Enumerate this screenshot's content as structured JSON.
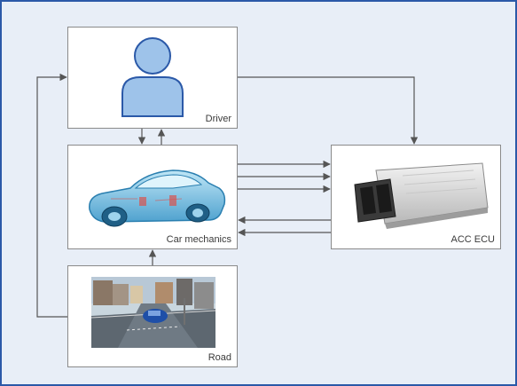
{
  "diagram": {
    "nodes": {
      "driver": {
        "label": "Driver",
        "icon": "person-icon"
      },
      "car": {
        "label": "Car mechanics",
        "icon": "car-icon"
      },
      "ecu": {
        "label": "ACC ECU",
        "icon": "ecu-icon"
      },
      "road": {
        "label": "Road",
        "icon": "road-scene-icon"
      }
    },
    "edges": [
      {
        "from": "driver",
        "to": "car",
        "count": 1
      },
      {
        "from": "car",
        "to": "driver",
        "count": 1
      },
      {
        "from": "driver",
        "to": "ecu",
        "count": 1
      },
      {
        "from": "car",
        "to": "ecu",
        "count": 3
      },
      {
        "from": "ecu",
        "to": "car",
        "count": 2
      },
      {
        "from": "road",
        "to": "car",
        "count": 1
      },
      {
        "from": "road",
        "to": "driver",
        "count": 1
      }
    ]
  },
  "colors": {
    "frame_border": "#2b59a8",
    "frame_background": "#e8eef7",
    "person_fill": "#9ec3ea",
    "person_stroke": "#2b59a8",
    "arrow": "#555555"
  }
}
